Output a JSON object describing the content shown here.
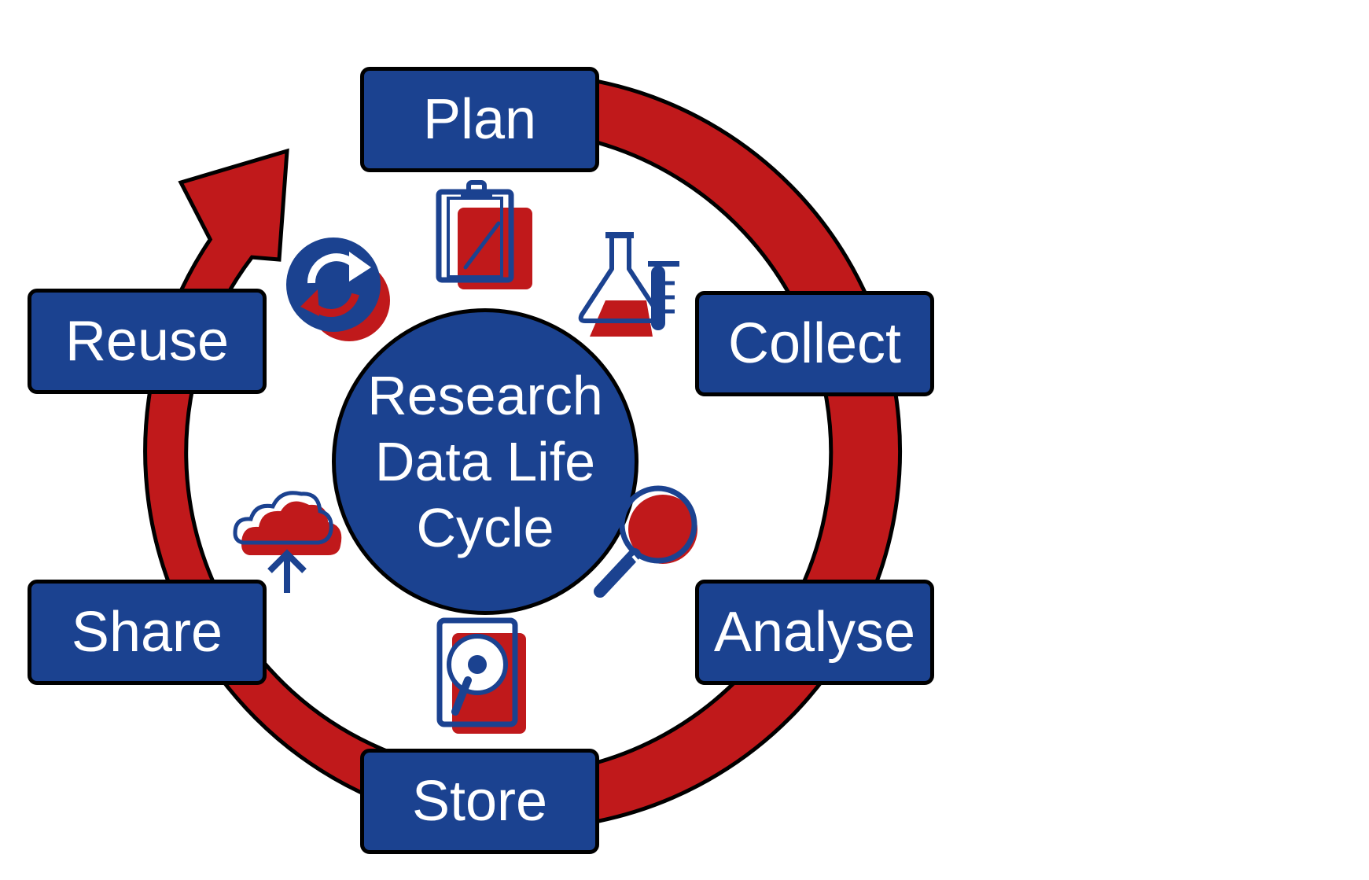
{
  "diagram": {
    "center": {
      "lines": [
        "Research",
        "Data Life",
        "Cycle"
      ]
    },
    "stages": [
      {
        "label": "Plan",
        "icon": "clipboard-icon"
      },
      {
        "label": "Collect",
        "icon": "flask-icon"
      },
      {
        "label": "Analyse",
        "icon": "magnifier-icon"
      },
      {
        "label": "Store",
        "icon": "hard-drive-icon"
      },
      {
        "label": "Share",
        "icon": "cloud-upload-icon"
      },
      {
        "label": "Reuse",
        "icon": "refresh-icon"
      }
    ]
  },
  "colors": {
    "ring": "#c0191b",
    "box": "#1b4290",
    "outline": "#000000",
    "text": "#ffffff"
  }
}
